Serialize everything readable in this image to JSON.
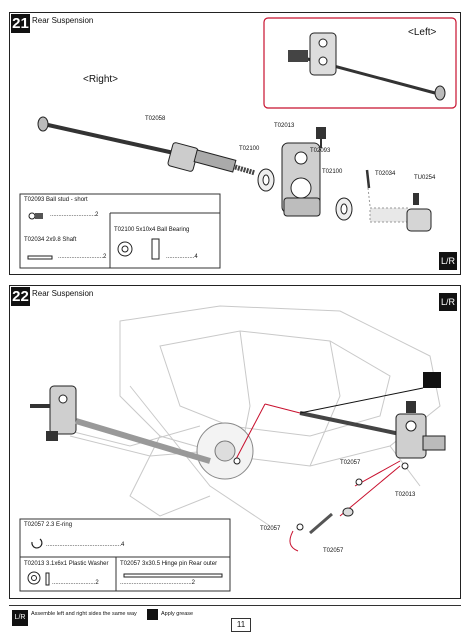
{
  "step21": {
    "number": "21",
    "title": "Rear Suspension",
    "left_label": "<Left>",
    "right_label": "<Right>",
    "part_labels": {
      "t02058": "T02058",
      "t02013": "T02013",
      "t02093": "T02093",
      "t02100_a": "T02100",
      "t02100_b": "T02100",
      "t02034": "T02034",
      "tu0254": "TU0254"
    },
    "legend": {
      "ball_stud": "T02093   Ball stud - short",
      "ball_stud_qty": "...........................2",
      "shaft": "T02034   2x9.8 Shaft",
      "shaft_qty": "...........................2",
      "bearing": "T02100    5x10x4   Ball Bearing",
      "bearing_qty": ".................4"
    },
    "lr": "L/R"
  },
  "step22": {
    "number": "22",
    "title": "Rear Suspension",
    "part_labels": {
      "t02057_a": "T02057",
      "t02013": "T02013",
      "t02057_b": "T02057",
      "t02057_c": "T02057"
    },
    "legend": {
      "ering": "T02057   2.3  E-ring",
      "ering_qty": ".............................................4",
      "washer": "T02013 3.1x6x1 Plastic Washer",
      "washer_qty": "..........................2",
      "hingepin": "T02057 3x30.5 Hinge pin Rear outer",
      "hingepin_qty": "...........................................2"
    },
    "lr": "L/R"
  },
  "footer": {
    "note_lr": "Assemble left and right sides the same way",
    "note_grease": "Apply grease",
    "page_number": "11"
  }
}
